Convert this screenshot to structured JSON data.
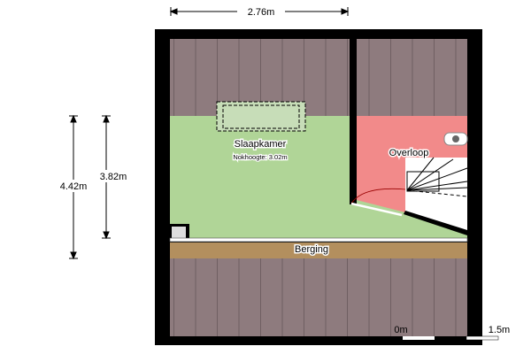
{
  "dimensions": {
    "width": "2.76m",
    "height_total": "4.42m",
    "height_room": "3.82m"
  },
  "rooms": {
    "slaapkamer": {
      "label": "Slaapkamer",
      "note": "Nokhoogte: 3.02m"
    },
    "overloop": {
      "label": "Overloop"
    },
    "berging": {
      "label": "Berging"
    }
  },
  "scale": {
    "start": "0m",
    "end": "1.5m"
  },
  "colors": {
    "roof": "#8e7b7e",
    "slaapkamer": "#b0d597",
    "overloop": "#f28a8a",
    "berging": "#b38f5e",
    "wall": "#000000"
  }
}
